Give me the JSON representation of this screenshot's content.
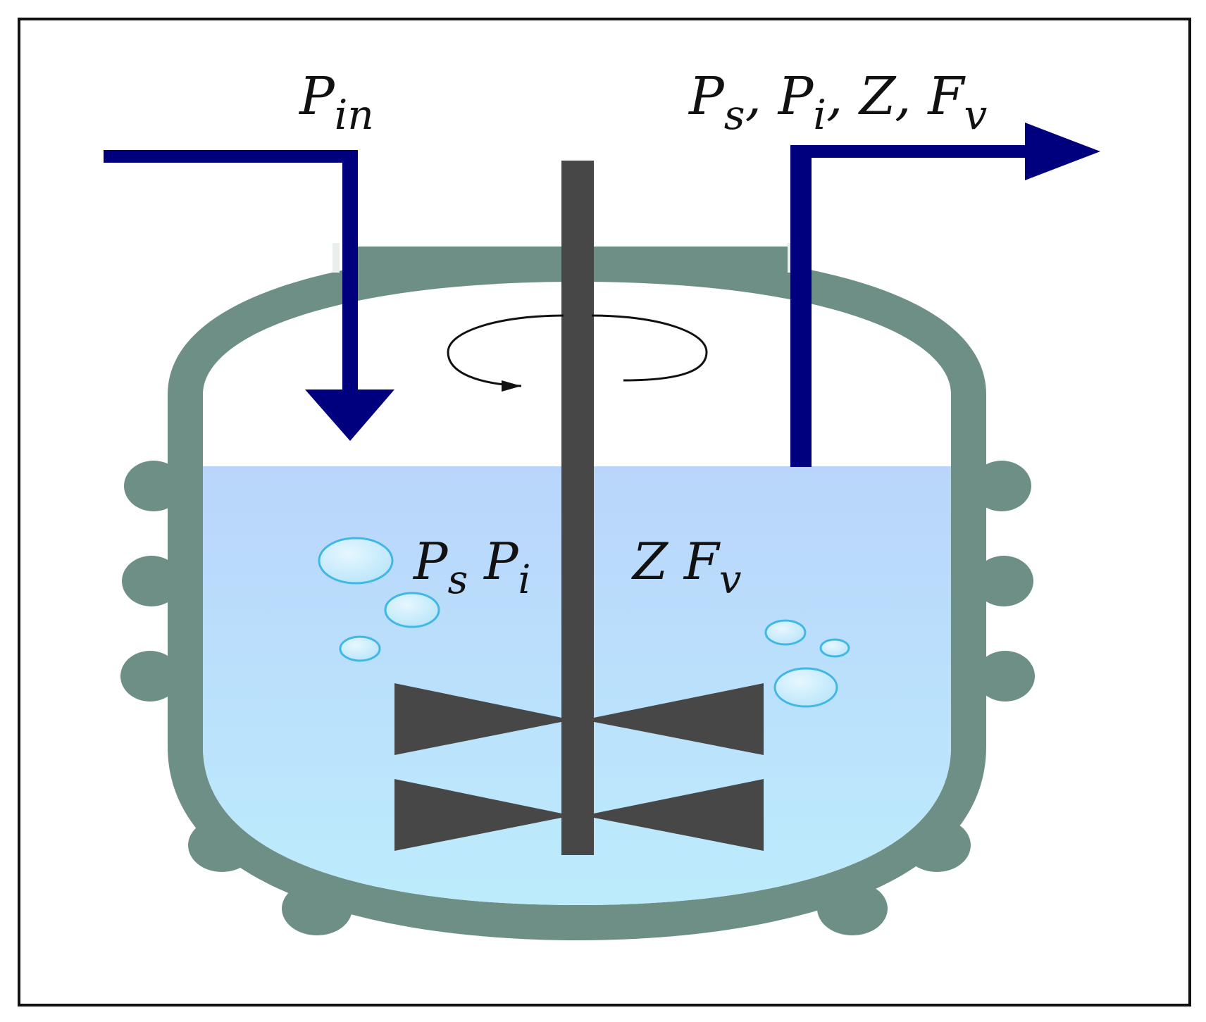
{
  "labels": {
    "inlet": {
      "symbol": "P",
      "sub": "in"
    },
    "outlet": [
      {
        "symbol": "P",
        "sub": "s",
        "sep": ", "
      },
      {
        "symbol": "P",
        "sub": "i",
        "sep": ", "
      },
      {
        "symbol": "Z",
        "sub": "",
        "sep": ", "
      },
      {
        "symbol": "F",
        "sub": "v",
        "sep": ""
      }
    ],
    "inside_left": [
      {
        "symbol": "P",
        "sub": "s",
        "sep": " "
      },
      {
        "symbol": "P",
        "sub": "i",
        "sep": ""
      }
    ],
    "inside_right": [
      {
        "symbol": "Z",
        "sub": "",
        "sep": " "
      },
      {
        "symbol": "F",
        "sub": "v",
        "sep": ""
      }
    ]
  },
  "colors": {
    "vessel": "#6e8f86",
    "pipe": "#00007f",
    "shaft": "#474747",
    "liquid_top": "#b9d5fb",
    "liquid_bottom": "#bcecfc",
    "bubble": "#41b7e6",
    "frame": "#111111"
  }
}
